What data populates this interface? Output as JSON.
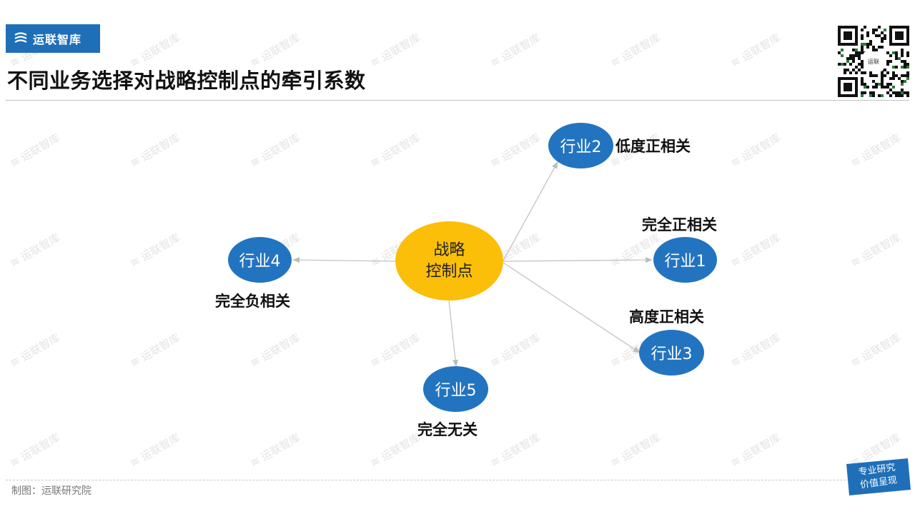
{
  "logo": {
    "text": "运联智库"
  },
  "page_title": "不同业务选择对战略控制点的牵引系数",
  "watermark_text": "运联智库",
  "qr": {
    "center_text": "运联"
  },
  "diagram": {
    "center": {
      "line1": "战略",
      "line2": "控制点"
    },
    "nodes": [
      {
        "id": "industry-1",
        "label": "行业1",
        "relation": "完全正相关"
      },
      {
        "id": "industry-2",
        "label": "行业2",
        "relation": "低度正相关"
      },
      {
        "id": "industry-3",
        "label": "行业3",
        "relation": "高度正相关"
      },
      {
        "id": "industry-4",
        "label": "行业4",
        "relation": "完全负相关"
      },
      {
        "id": "industry-5",
        "label": "行业5",
        "relation": "完全无关"
      }
    ]
  },
  "footer": {
    "source": "制图：运联研究院"
  },
  "badge": {
    "line1": "专业研究",
    "line2": "价值呈现"
  },
  "colors": {
    "brand_blue": "#1f6fb8",
    "node_blue": "#2374c0",
    "center_yellow": "#fbbf0a",
    "arrow_gray": "#c0c0c0"
  }
}
